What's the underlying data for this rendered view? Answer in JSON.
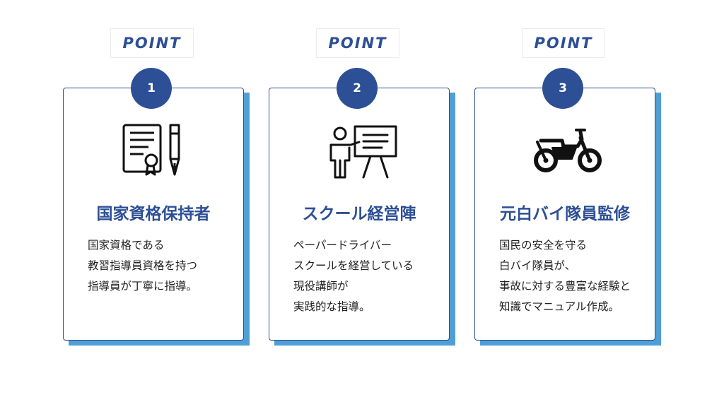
{
  "cards": [
    {
      "point_label": "POINT",
      "number": "1",
      "icon": "certificate-pen-icon",
      "title": "国家資格保持者",
      "lines": [
        "国家資格である",
        "教習指導員資格を持つ",
        "指導員が丁寧に指導。"
      ]
    },
    {
      "point_label": "POINT",
      "number": "2",
      "icon": "teacher-board-icon",
      "title": "スクール経営陣",
      "lines": [
        "ペーパードライバー",
        "スクールを経営している",
        "現役講師が",
        "実践的な指導。"
      ]
    },
    {
      "point_label": "POINT",
      "number": "3",
      "icon": "motorcycle-icon",
      "title": "元白バイ隊員監修",
      "lines": [
        "国民の安全を守る",
        "白バイ隊員が、",
        "事故に対する豊富な経験と",
        "知識でマニュアル作成。"
      ]
    }
  ],
  "colors": {
    "navy": "#2d4f95",
    "shadow_blue": "#4f9fd7"
  }
}
